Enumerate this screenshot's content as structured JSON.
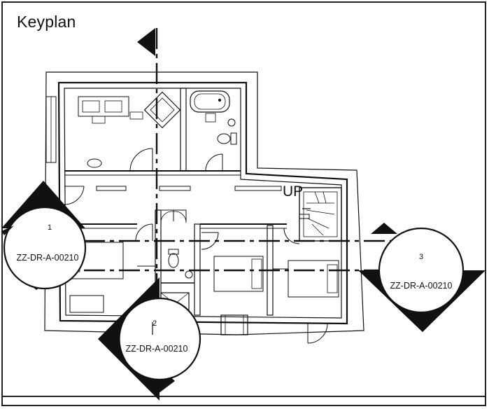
{
  "title": "Keyplan",
  "stair_label": "UP",
  "sections": [
    {
      "number": "1",
      "ref": "ZZ-DR-A-00210"
    },
    {
      "number": "2",
      "ref": "ZZ-DR-A-00210"
    },
    {
      "number": "3",
      "ref": "ZZ-DR-A-00210"
    }
  ]
}
